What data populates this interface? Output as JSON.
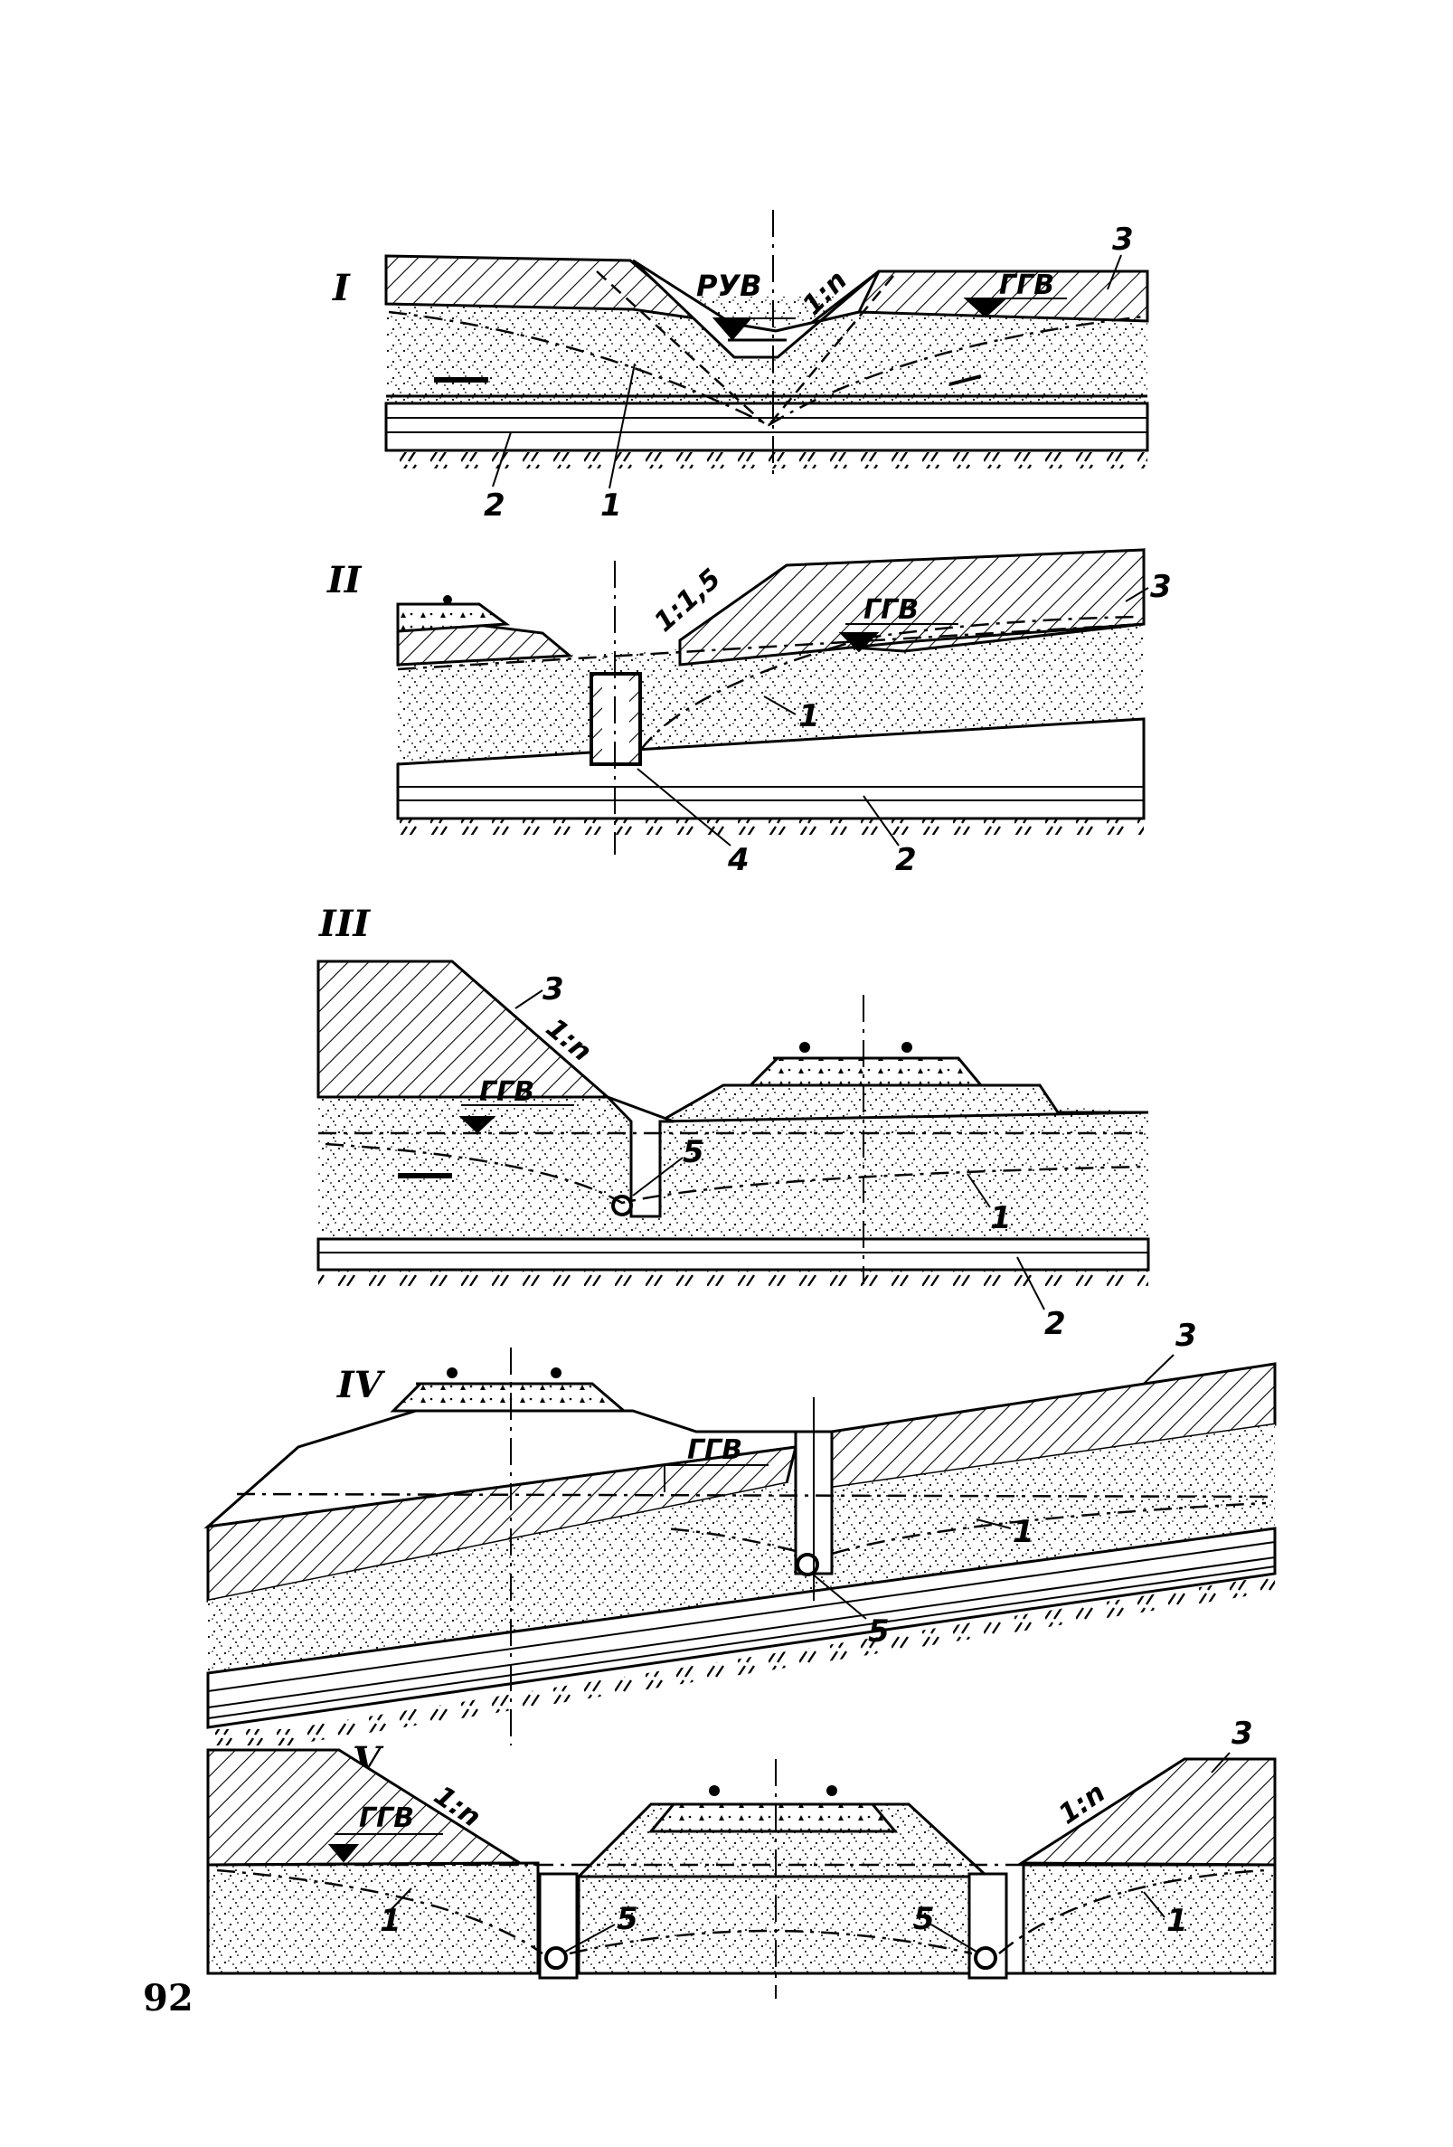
{
  "page_number": "92",
  "figures": [
    {
      "numeral": "I",
      "labels": {
        "runoff_level": "РУВ",
        "gw_level": "ГГВ",
        "slope": "1:n",
        "callout_1": "1",
        "callout_2": "2",
        "callout_3": "3"
      }
    },
    {
      "numeral": "II",
      "labels": {
        "slope": "1:1,5",
        "gw_level": "ГГВ",
        "callout_1": "1",
        "callout_2": "2",
        "callout_3": "3",
        "callout_4": "4"
      }
    },
    {
      "numeral": "III",
      "labels": {
        "slope": "1:n",
        "gw_level": "ГГВ",
        "callout_1": "1",
        "callout_2": "2",
        "callout_3": "3",
        "callout_5": "5"
      }
    },
    {
      "numeral": "IV",
      "labels": {
        "gw_level": "ГГВ",
        "callout_1": "1",
        "callout_3": "3",
        "callout_5": "5"
      }
    },
    {
      "numeral": "V",
      "labels": {
        "slope_left": "1:n",
        "slope_right": "1:n",
        "gw_level": "ГГВ",
        "callout_1_left": "1",
        "callout_1_right": "1",
        "callout_3": "3",
        "callout_5_left": "5",
        "callout_5_right": "5"
      }
    }
  ]
}
